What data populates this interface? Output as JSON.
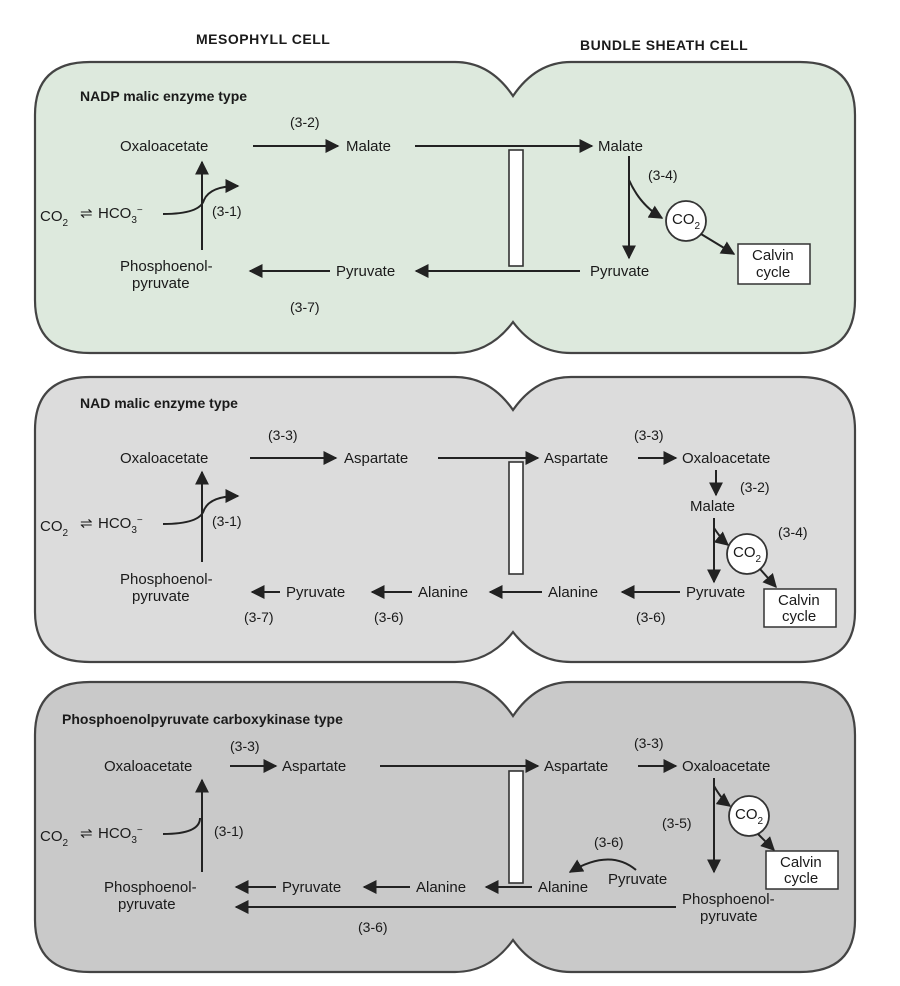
{
  "headers": {
    "mesophyll": "MESOPHYLL CELL",
    "bundle_sheath": "BUNDLE SHEATH CELL"
  },
  "colors": {
    "panel1_fill": "#dde9dd",
    "panel2_fill": "#dcdcdc",
    "panel3_fill": "#c9c9c9",
    "outline": "#444444"
  },
  "panel1": {
    "title": "NADP malic enzyme type",
    "oaa": "Oxaloacetate",
    "malate_meso": "Malate",
    "malate_bs": "Malate",
    "co2_left": "CO",
    "co2_left_sub": "2",
    "equil": "⇌",
    "hco3": "HCO",
    "hco3_sub": "3",
    "hco3_sup": "−",
    "pep_1": "Phosphoenol-",
    "pep_2": "pyruvate",
    "pyr_meso": "Pyruvate",
    "pyr_bs": "Pyruvate",
    "co2_circle": "CO",
    "co2_circle_sub": "2",
    "calvin_1": "Calvin",
    "calvin_2": "cycle",
    "n_3_2": "(3-2)",
    "n_3_1": "(3-1)",
    "n_3_4": "(3-4)",
    "n_3_7": "(3-7)"
  },
  "panel2": {
    "title": "NAD malic enzyme type",
    "oaa_meso": "Oxaloacetate",
    "asp_meso": "Aspartate",
    "asp_bs": "Aspartate",
    "oaa_bs": "Oxaloacetate",
    "malate": "Malate",
    "co2_left": "CO",
    "co2_left_sub": "2",
    "equil": "⇌",
    "hco3": "HCO",
    "hco3_sub": "3",
    "hco3_sup": "−",
    "pep_1": "Phosphoenol-",
    "pep_2": "pyruvate",
    "pyr_meso": "Pyruvate",
    "ala_meso": "Alanine",
    "ala_bs": "Alanine",
    "pyr_bs": "Pyruvate",
    "co2_circle": "CO",
    "co2_circle_sub": "2",
    "calvin_1": "Calvin",
    "calvin_2": "cycle",
    "n_3_3a": "(3-3)",
    "n_3_3b": "(3-3)",
    "n_3_2": "(3-2)",
    "n_3_1": "(3-1)",
    "n_3_4": "(3-4)",
    "n_3_7": "(3-7)",
    "n_3_6a": "(3-6)",
    "n_3_6b": "(3-6)"
  },
  "panel3": {
    "title": "Phosphoenolpyruvate carboxykinase type",
    "oaa_meso": "Oxaloacetate",
    "asp_meso": "Aspartate",
    "asp_bs": "Aspartate",
    "oaa_bs": "Oxaloacetate",
    "co2_left": "CO",
    "co2_left_sub": "2",
    "equil": "⇌",
    "hco3": "HCO",
    "hco3_sub": "3",
    "hco3_sup": "−",
    "pep_1": "Phosphoenol-",
    "pep_2": "pyruvate",
    "pyr_meso": "Pyruvate",
    "ala_meso": "Alanine",
    "ala_bs": "Alanine",
    "pyr_bs": "Pyruvate",
    "pep_bs_1": "Phosphoenol-",
    "pep_bs_2": "pyruvate",
    "co2_circle": "CO",
    "co2_circle_sub": "2",
    "calvin_1": "Calvin",
    "calvin_2": "cycle",
    "n_3_3a": "(3-3)",
    "n_3_3b": "(3-3)",
    "n_3_1": "(3-1)",
    "n_3_5": "(3-5)",
    "n_3_6a": "(3-6)",
    "n_3_6b": "(3-6)"
  }
}
